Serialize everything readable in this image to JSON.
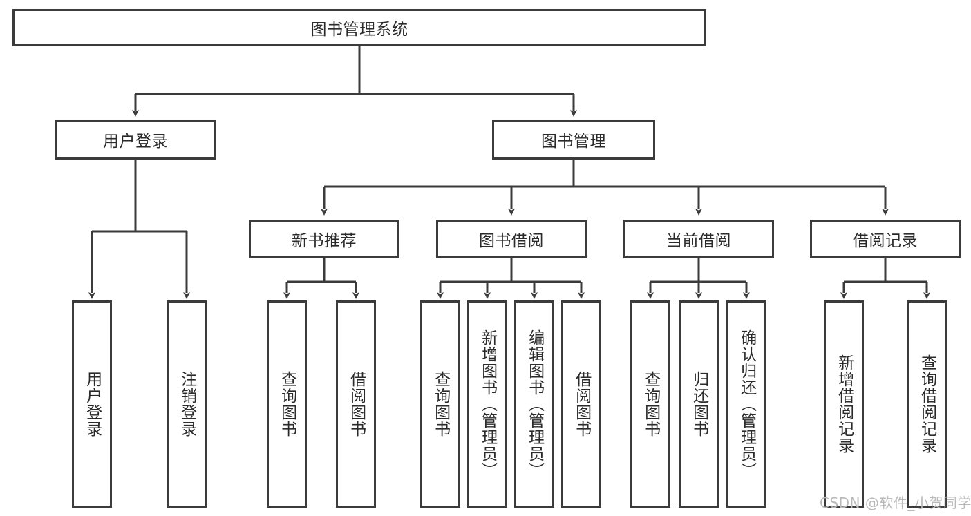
{
  "diagram": {
    "title": "图书管理系统",
    "type": "tree",
    "orientation": "top-down",
    "levels": 4,
    "colors": {
      "border": "#3b3b3b",
      "text": "#2b2b2b",
      "background": "#ffffff",
      "connector": "#3b3b3b",
      "watermark": "#b9b9b9"
    }
  },
  "root": {
    "label": "图书管理系统"
  },
  "level2": [
    {
      "label": "用户登录"
    },
    {
      "label": "图书管理"
    }
  ],
  "level3": [
    {
      "label": "新书推荐"
    },
    {
      "label": "图书借阅"
    },
    {
      "label": "当前借阅"
    },
    {
      "label": "借阅记录"
    }
  ],
  "leaves": {
    "user_login": [
      {
        "label": "用户登录"
      },
      {
        "label": "注销登录"
      }
    ],
    "new_book_recommend": [
      {
        "label": "查询图书"
      },
      {
        "label": "借阅图书"
      }
    ],
    "book_borrow": [
      {
        "label": "查询图书"
      },
      {
        "label": "新增图书（管理员）"
      },
      {
        "label": "编辑图书（管理员）"
      },
      {
        "label": "借阅图书"
      }
    ],
    "current_borrow": [
      {
        "label": "查询图书"
      },
      {
        "label": "归还图书"
      },
      {
        "label": "确认归还（管理员）"
      }
    ],
    "borrow_records": [
      {
        "label": "新增借阅记录"
      },
      {
        "label": "查询借阅记录"
      }
    ]
  },
  "watermark": {
    "text": "CSDN @软件_小贺同学"
  }
}
